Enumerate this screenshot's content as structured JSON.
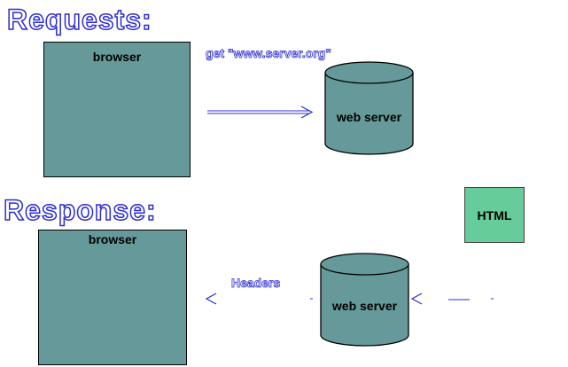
{
  "request": {
    "heading": "Requests:",
    "browser_label": "browser",
    "get_text": "get \"www.server.org\"",
    "server_label": "web server"
  },
  "response": {
    "heading": "Response:",
    "browser_label": "browser",
    "headers_text": "Headers",
    "server_label": "web server",
    "html_label": "HTML"
  },
  "colors": {
    "box_fill": "#669999",
    "html_fill": "#66cc99",
    "heading_outline": "#2b2bd4"
  }
}
